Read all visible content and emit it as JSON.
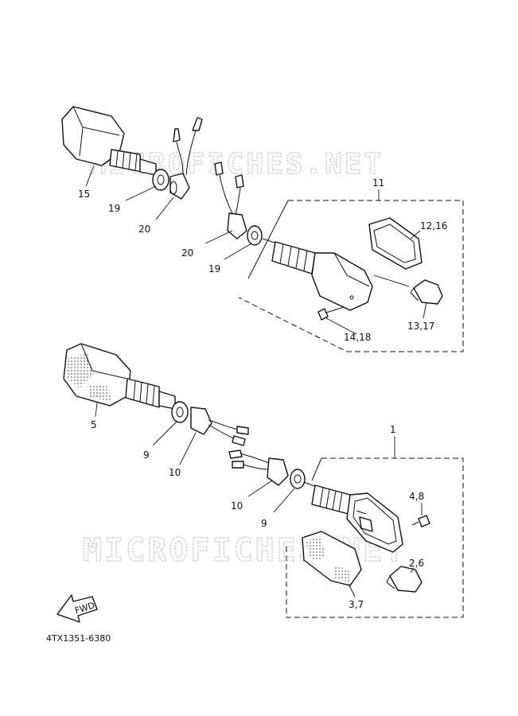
{
  "watermarks": [
    "MICROFICHES.NET",
    "MICROFICHES.NET"
  ],
  "part_labels": {
    "p15": "15",
    "p19a": "19",
    "p20a": "20",
    "p11": "11",
    "p1216": "12,16",
    "p20b": "20",
    "p19b": "19",
    "p1317": "13,17",
    "p1418": "14,18",
    "p5": "5",
    "p9a": "9",
    "p10a": "10",
    "p1": "1",
    "p48": "4,8",
    "p10b": "10",
    "p9b": "9",
    "p26": "2,6",
    "p37": "3,7"
  },
  "fwd_arrow": "FWD",
  "diagram_code": "4TX1351-6380"
}
